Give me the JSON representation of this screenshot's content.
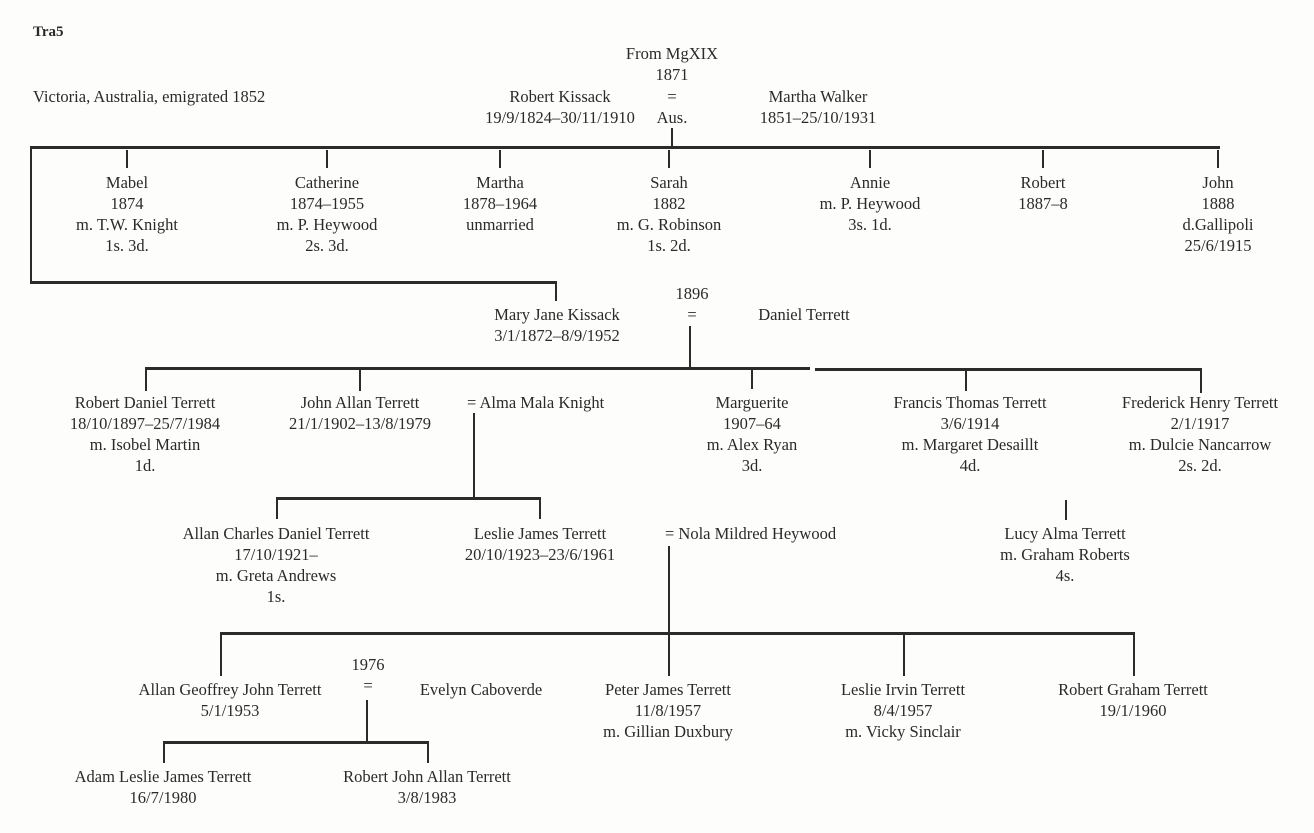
{
  "title": "Tra5",
  "origin_note": "Victoria, Australia, emigrated 1852",
  "source_ref": "From MgXIX",
  "gen1": {
    "marriage_year": "1871",
    "eq": "=",
    "place": "Aus.",
    "husband": {
      "name": "Robert Kissack",
      "dates": "19/9/1824–30/11/1910"
    },
    "wife": {
      "name": "Martha Walker",
      "dates": "1851–25/10/1931"
    }
  },
  "gen2_children": [
    {
      "lines": [
        "Mabel",
        "1874",
        "m. T.W. Knight",
        "1s. 3d."
      ]
    },
    {
      "lines": [
        "Catherine",
        "1874–1955",
        "m. P. Heywood",
        "2s. 3d."
      ]
    },
    {
      "lines": [
        "Martha",
        "1878–1964",
        "unmarried"
      ]
    },
    {
      "lines": [
        "Sarah",
        "1882",
        "m. G. Robinson",
        "1s. 2d."
      ]
    },
    {
      "lines": [
        "Annie",
        "m. P. Heywood",
        "3s. 1d."
      ]
    },
    {
      "lines": [
        "Robert",
        "1887–8"
      ]
    },
    {
      "lines": [
        "John",
        "1888",
        "d.Gallipoli",
        "25/6/1915"
      ]
    }
  ],
  "gen2_couple": {
    "marriage_year": "1896",
    "eq": "=",
    "wife": {
      "name": "Mary Jane Kissack",
      "dates": "3/1/1872–8/9/1952"
    },
    "husband": {
      "name": "Daniel Terrett"
    }
  },
  "gen3_children": [
    {
      "lines": [
        "Robert Daniel Terrett",
        "18/10/1897–25/7/1984",
        "m. Isobel Martin",
        "1d."
      ]
    },
    {
      "lines": [
        "John Allan Terrett",
        "21/1/1902–13/8/1979"
      ],
      "spouse": "=  Alma Mala Knight"
    },
    {
      "lines": [
        "Marguerite",
        "1907–64",
        "m. Alex Ryan",
        "3d."
      ]
    },
    {
      "lines": [
        "Francis Thomas Terrett",
        "3/6/1914",
        "m. Margaret Desaillt",
        "4d."
      ]
    },
    {
      "lines": [
        "Frederick Henry Terrett",
        "2/1/1917",
        "m. Dulcie Nancarrow",
        "2s. 2d."
      ]
    }
  ],
  "gen4_children": [
    {
      "lines": [
        "Allan Charles Daniel Terrett",
        "17/10/1921–",
        "m. Greta Andrews",
        "1s."
      ]
    },
    {
      "lines": [
        "Leslie James Terrett",
        "20/10/1923–23/6/1961"
      ],
      "spouse": "= Nola Mildred Heywood"
    },
    {
      "lines": [
        "Lucy Alma Terrett",
        "m. Graham Roberts",
        "4s."
      ]
    }
  ],
  "gen5_children": [
    {
      "lines": [
        "Allan Geoffrey John Terrett",
        "5/1/1953"
      ],
      "marriage_year": "1976",
      "eq": "=",
      "spouse": "Evelyn Caboverde"
    },
    {
      "lines": [
        "Peter James Terrett",
        "11/8/1957",
        "m. Gillian Duxbury"
      ]
    },
    {
      "lines": [
        "Leslie Irvin Terrett",
        "8/4/1957",
        "m. Vicky Sinclair"
      ]
    },
    {
      "lines": [
        "Robert Graham Terrett",
        "19/1/1960"
      ]
    }
  ],
  "gen6_children": [
    {
      "lines": [
        "Adam Leslie James Terrett",
        "16/7/1980"
      ]
    },
    {
      "lines": [
        "Robert John Allan Terrett",
        "3/8/1983"
      ]
    }
  ]
}
